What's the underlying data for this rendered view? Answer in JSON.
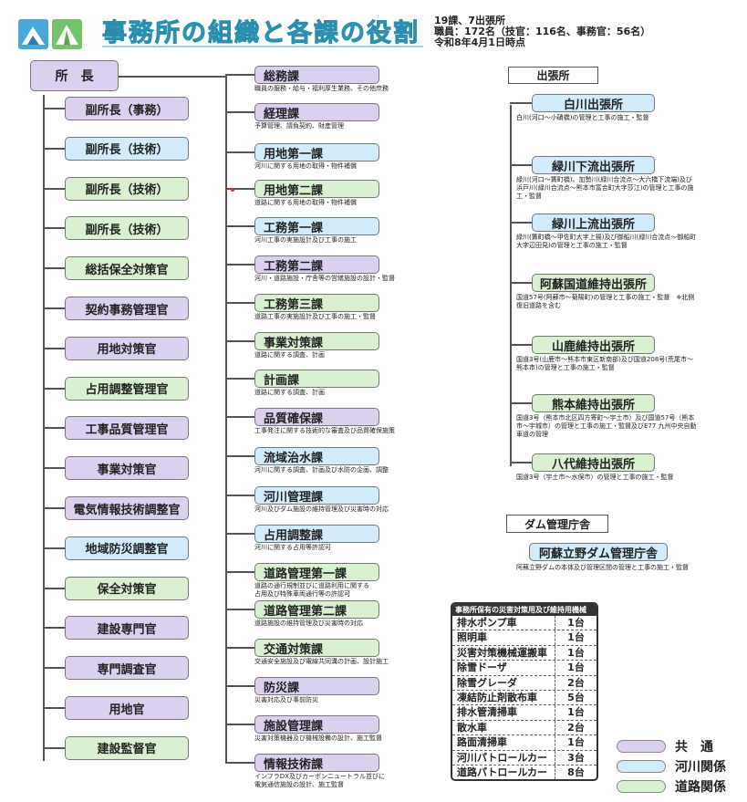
{
  "header": {
    "title": "事務所の組織と各課の役割",
    "info_line1": "19課、7出張所",
    "info_line2": "職員：172名（技官：116名、事務官：56名）",
    "info_line3": "令和8年4月1日時点"
  },
  "director": "所　長",
  "left_positions": [
    {
      "label": "副所長（事務）",
      "color": "common"
    },
    {
      "label": "副所長（技術）",
      "color": "river"
    },
    {
      "label": "副所長（技術）",
      "color": "road"
    },
    {
      "label": "副所長（技術）",
      "color": "road"
    },
    {
      "label": "総括保全対策官",
      "color": "road"
    },
    {
      "label": "契約事務管理官",
      "color": "common"
    },
    {
      "label": "用地対策官",
      "color": "common"
    },
    {
      "label": "占用調整管理官",
      "color": "road"
    },
    {
      "label": "工事品質管理官",
      "color": "common"
    },
    {
      "label": "事業対策官",
      "color": "common"
    },
    {
      "label": "電気情報技術調整官",
      "color": "common"
    },
    {
      "label": "地域防災調整官",
      "color": "river"
    },
    {
      "label": "保全対策官",
      "color": "road"
    },
    {
      "label": "建設専門官",
      "color": "common"
    },
    {
      "label": "専門調査官",
      "color": "common"
    },
    {
      "label": "用地官",
      "color": "common"
    },
    {
      "label": "建設監督官",
      "color": "road"
    }
  ],
  "departments": [
    {
      "name": "総務課",
      "color": "common",
      "desc": "職員の服務・給与・福利厚生業務、その他庶務"
    },
    {
      "name": "経理課",
      "color": "common",
      "desc": "予算管理、請負契約、財産管理"
    },
    {
      "name": "用地第一課",
      "color": "river",
      "desc": "河川に関する用地の取得・物件補償"
    },
    {
      "name": "用地第二課",
      "color": "road",
      "desc": "道路に関する用地の取得・物件補償"
    },
    {
      "name": "工務第一課",
      "color": "river",
      "desc": "河川工事の実施設計及び工事の施工"
    },
    {
      "name": "工務第二課",
      "color": "common",
      "desc": "河川・道路施設・庁舎等の営繕施設の設計・監督"
    },
    {
      "name": "工務第三課",
      "color": "road",
      "desc": "道路工事の実施設計及び工事の施工・監督"
    },
    {
      "name": "事業対策課",
      "color": "road",
      "desc": "道路に関する調査、計画"
    },
    {
      "name": "計画課",
      "color": "road",
      "desc": "道路に関する調査、計画"
    },
    {
      "name": "品質確保課",
      "color": "common",
      "desc": "工事発注に関する技術的な審査及び品質確保施策"
    },
    {
      "name": "流域治水課",
      "color": "river",
      "desc": "河川に関する調査、計画及び水防の企画、調整"
    },
    {
      "name": "河川管理課",
      "color": "river",
      "desc": "河川及びダム施設の維持管理及び災害時の対応"
    },
    {
      "name": "占用調整課",
      "color": "river",
      "desc": "河川に関する占用等許認可"
    },
    {
      "name": "道路管理第一課",
      "color": "road",
      "desc": "道路の通行規制並びに道路利用に関する\n占用及び特殊車両通行等の許認可"
    },
    {
      "name": "道路管理第二課",
      "color": "road",
      "desc": "道路施設の維持管理及び災害時の対応"
    },
    {
      "name": "交通対策課",
      "color": "road",
      "desc": "交通安全施設及び電線共同溝の計画、設計施工"
    },
    {
      "name": "防災課",
      "color": "common",
      "desc": "災害対応及び事前防災"
    },
    {
      "name": "施設管理課",
      "color": "common",
      "desc": "災害対策機器及び機械設備の設計、施工監督"
    },
    {
      "name": "情報技術課",
      "color": "common",
      "desc": "インフラDX及びカーボンニュートラル並びに\n電気通信施設の設計、施工監督"
    }
  ],
  "branch_header": "出張所",
  "branches": [
    {
      "name": "白川出張所",
      "color": "river",
      "desc": "白川(河口～小磧橋)の管理と工事の施工・監督"
    },
    {
      "name": "緑川下流出張所",
      "color": "river",
      "desc": "緑川(河口～簀町橋)、加勢川(緑川合流点～大六橋下流端)及び浜戸川(緑川合流点～熊本市富合町大字莎江)の管理と工事の施工・監督"
    },
    {
      "name": "緑川上流出張所",
      "color": "river",
      "desc": "緑川(簀町橋～甲佐町大字上揚)及び御船川(緑川合流点～御船町大字辺田見)の管理と工事の施工・監督"
    },
    {
      "name": "阿蘇国道維持出張所",
      "color": "road",
      "desc": "国道57号(阿蘇市～菊陽町)の管理と工事の施工・監督　※北側復旧道路を含む"
    },
    {
      "name": "山鹿維持出張所",
      "color": "road",
      "desc": "国道3号(山鹿市～熊本市東区新南部)及び国道208号(荒尾市～熊本市)の管理と工事の施工・監督"
    },
    {
      "name": "熊本維持出張所",
      "color": "road",
      "desc": "国道3号（熊本市北区四方寄町～宇土市）及び国道57号（熊本市～宇城市）の管理と工事の施工・監督及びE77 九州中央自動車道の管理"
    },
    {
      "name": "八代維持出張所",
      "color": "road",
      "desc": "国道3号（宇土市～水俣市）の管理と工事の施工・監督"
    }
  ],
  "dam_header": "ダム管理庁舎",
  "dam": {
    "name": "阿蘇立野ダム管理庁舎",
    "color": "river",
    "desc": "阿蘇立野ダムの本体及び管理区間の管理と工事の施工・監督"
  },
  "equipment": {
    "title": "事務所保有の災害対策用及び維持用機械",
    "rows": [
      {
        "name": "排水ポンプ車",
        "count": "1台"
      },
      {
        "name": "照明車",
        "count": "1台"
      },
      {
        "name": "災害対策機械運搬車",
        "count": "1台"
      },
      {
        "name": "除雪ドーザ",
        "count": "1台"
      },
      {
        "name": "除雪グレーダ",
        "count": "2台"
      },
      {
        "name": "凍結防止剤散布車",
        "count": "5台"
      },
      {
        "name": "排水管清掃車",
        "count": "1台"
      },
      {
        "name": "散水車",
        "count": "2台"
      },
      {
        "name": "路面清掃車",
        "count": "1台"
      },
      {
        "name": "河川パトロールカー",
        "count": "3台"
      },
      {
        "name": "道路パトロールカー",
        "count": "8台"
      }
    ]
  },
  "legend": [
    {
      "key": "common",
      "label": "共　通",
      "color": "#dcd0ef"
    },
    {
      "key": "river",
      "label": "河川関係",
      "color": "#d3ecfb"
    },
    {
      "key": "road",
      "label": "道路関係",
      "color": "#dbefd3"
    }
  ]
}
